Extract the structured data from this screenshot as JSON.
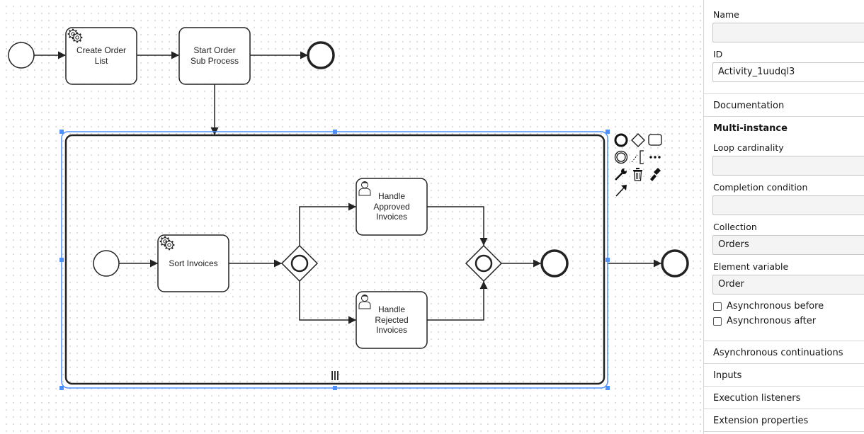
{
  "diagram": {
    "tasks": {
      "create_order_list": [
        "Create Order",
        "List"
      ],
      "start_order_sub_process": [
        "Start Order",
        "Sub Process"
      ],
      "sort_invoices": [
        "Sort Invoices"
      ],
      "handle_approved": [
        "Handle",
        "Approved",
        "Invoices"
      ],
      "handle_rejected": [
        "Handle",
        "Rejected",
        "Invoices"
      ]
    },
    "subprocess_marker": "|||",
    "colors": {
      "selection": "#4d90fe",
      "stroke": "#222222",
      "canvas_dots": "#d2d2d2"
    },
    "context_pad_icons": [
      "end-event-icon",
      "gateway-icon",
      "task-icon",
      "intermediate-event-icon",
      "text-annotation-icon",
      "more-icon",
      "wrench-icon",
      "delete-icon",
      "color-icon",
      "connect-icon"
    ]
  },
  "properties": {
    "name_label": "Name",
    "name_value": "",
    "id_label": "ID",
    "id_value": "Activity_1uudql3",
    "documentation": "Documentation",
    "multi_instance": {
      "title": "Multi-instance",
      "loop_cardinality_label": "Loop cardinality",
      "loop_cardinality_value": "",
      "completion_condition_label": "Completion condition",
      "completion_condition_value": "",
      "collection_label": "Collection",
      "collection_value": "Orders",
      "element_variable_label": "Element variable",
      "element_variable_value": "Order",
      "async_before_label": "Asynchronous before",
      "async_after_label": "Asynchronous after"
    },
    "groups": {
      "async_continuations": "Asynchronous continuations",
      "inputs": "Inputs",
      "execution_listeners": "Execution listeners",
      "extension_properties": "Extension properties"
    }
  }
}
